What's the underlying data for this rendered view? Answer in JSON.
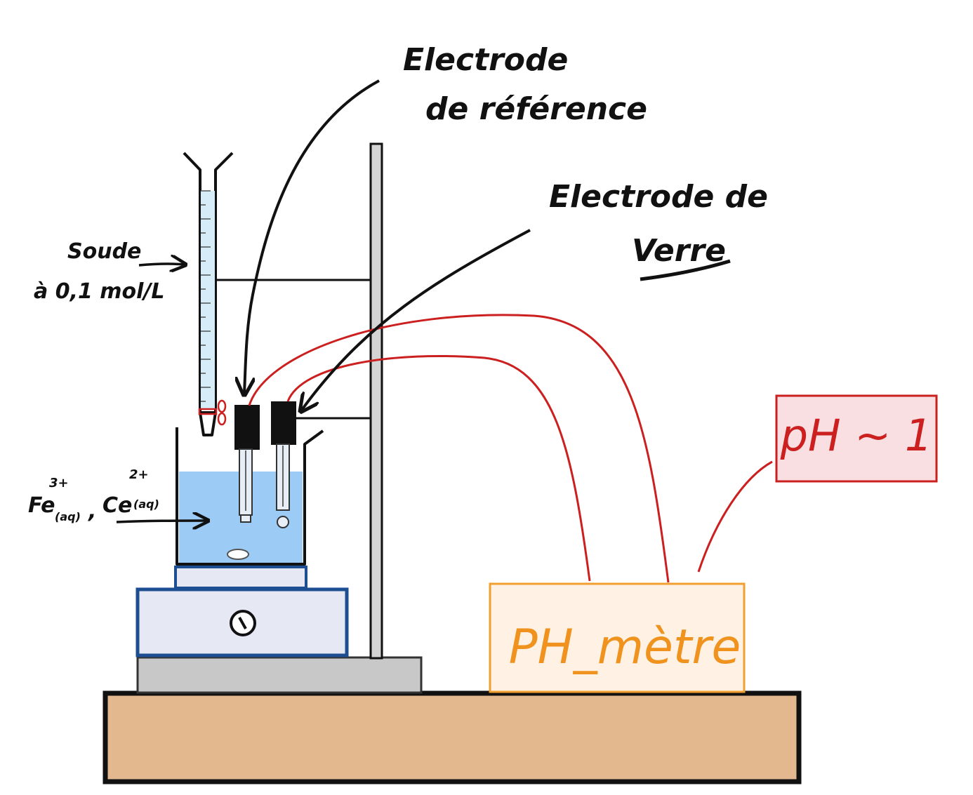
{
  "labels": {
    "electrode_reference_line1": "Electrode",
    "electrode_reference_line2": "de référence",
    "electrode_verre_line1": "Electrode de",
    "electrode_verre_line2": "Verre",
    "soude_line1": "Soude",
    "soude_line2": "à 0,1 mol/L",
    "fe_symbol": "Fe",
    "fe_charge": "3+",
    "fe_state": "(aq)",
    "separator": ",",
    "ce_symbol": "Ce",
    "ce_charge": "2+",
    "ce_state": "(aq)",
    "ph_meter": "PH_mètre",
    "ph_value": "pH ~ 1"
  },
  "colors": {
    "outline": "#111111",
    "wire": "#cc1f1f",
    "solution": "#9ccbf5",
    "burette_fill": "#d6ecf9",
    "table_wood": "#e3b88e",
    "stirrer_body": "#e6e9f3",
    "stirrer_border": "#1d4e91",
    "base_plate": "#c8c8c8",
    "phmeter_fill": "#fff1e3",
    "phmeter_border": "#f0a030",
    "phmeter_text": "#f0921e",
    "ph_box_fill": "#f9dfe2",
    "ph_box_border": "#cc1f1f",
    "ph_text": "#cc1f1f"
  }
}
